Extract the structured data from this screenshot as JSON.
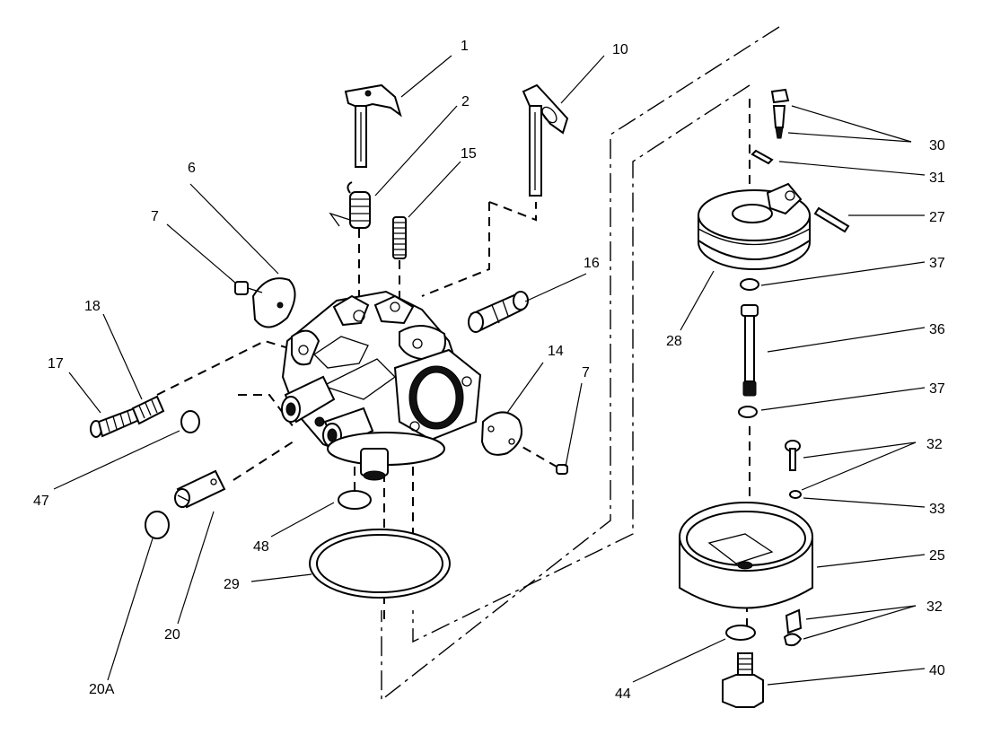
{
  "callouts": {
    "c1": "1",
    "c2": "2",
    "c10": "10",
    "c15": "15",
    "c6": "6",
    "c7a": "7",
    "c18": "18",
    "c17": "17",
    "c16": "16",
    "c14": "14",
    "c7b": "7",
    "c47": "47",
    "c48": "48",
    "c29": "29",
    "c20": "20",
    "c20A": "20A",
    "c30": "30",
    "c31": "31",
    "c27": "27",
    "c37a": "37",
    "c28": "28",
    "c36": "36",
    "c37b": "37",
    "c32a": "32",
    "c33": "33",
    "c25": "25",
    "c32b": "32",
    "c40": "40",
    "c44": "44"
  }
}
